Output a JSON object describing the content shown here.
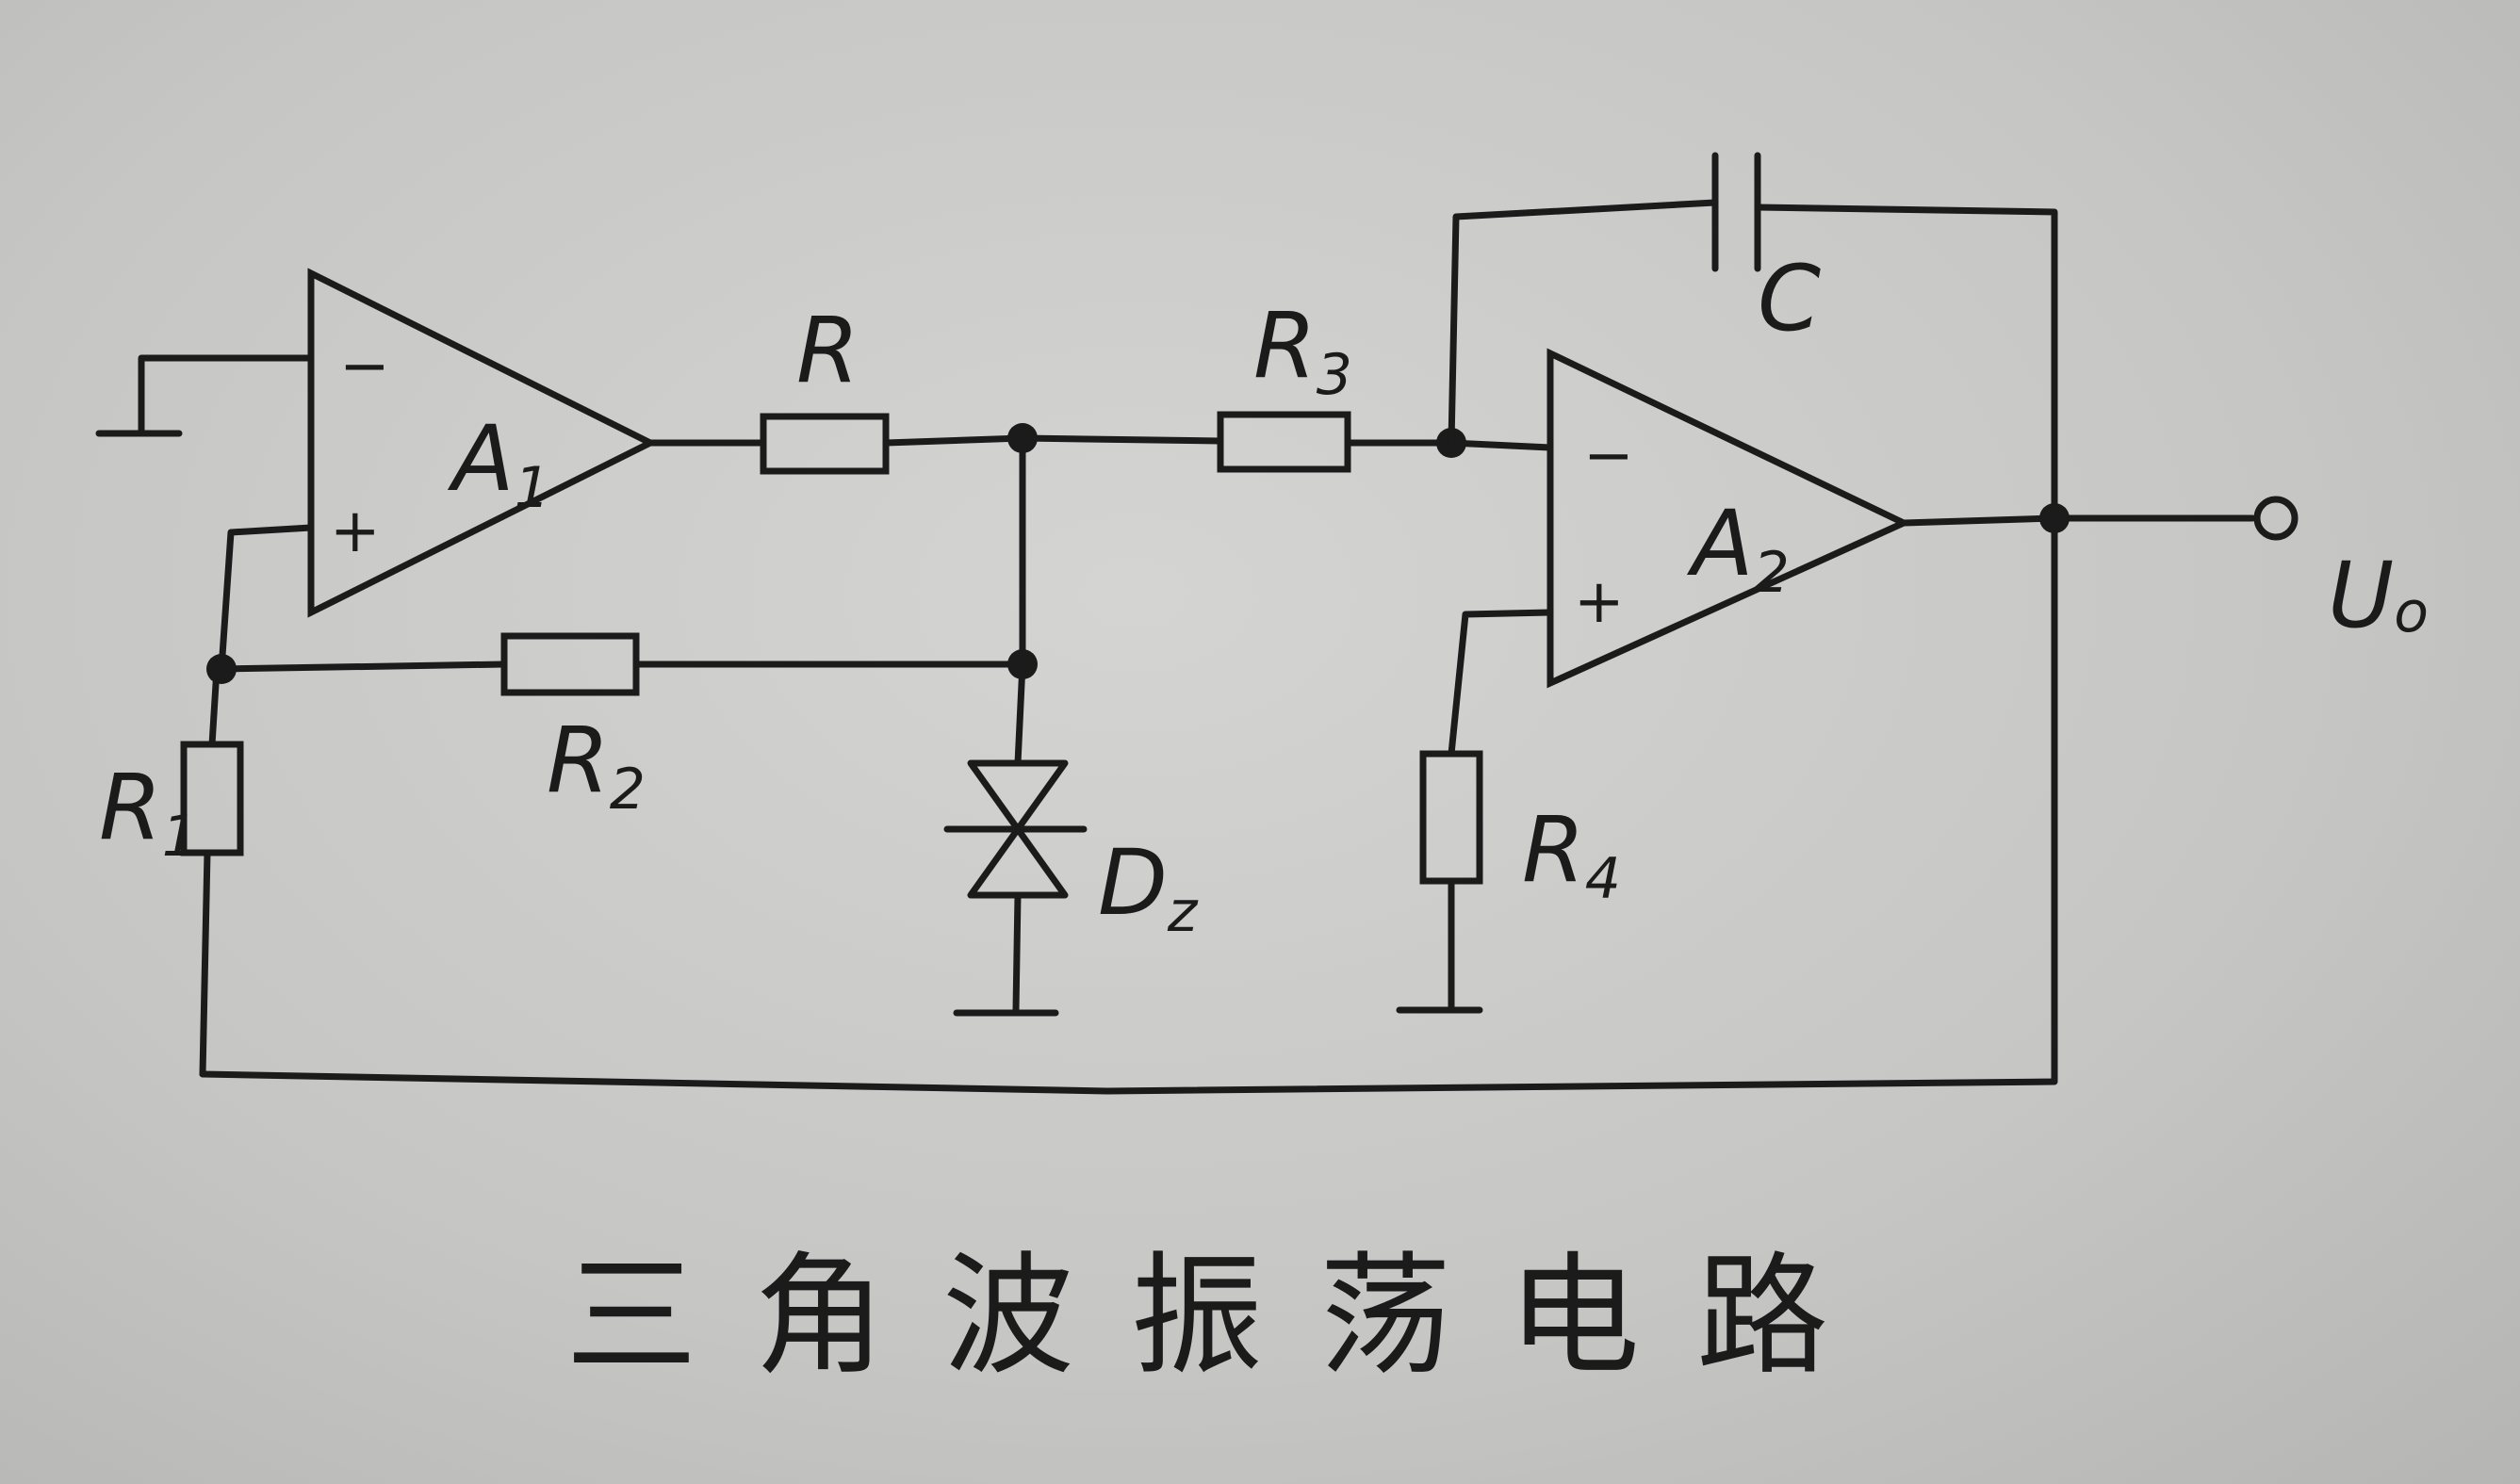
{
  "diagram": {
    "title": "三角波振荡电路",
    "components": {
      "opamp1": {
        "name": "A",
        "sub": "1",
        "minus": "−",
        "plus": "+"
      },
      "opamp2": {
        "name": "A",
        "sub": "2",
        "minus": "−",
        "plus": "+"
      },
      "resistor_r": {
        "name": "R",
        "sub": ""
      },
      "resistor_r1": {
        "name": "R",
        "sub": "1"
      },
      "resistor_r2": {
        "name": "R",
        "sub": "2"
      },
      "resistor_r3": {
        "name": "R",
        "sub": "3"
      },
      "resistor_r4": {
        "name": "R",
        "sub": "4"
      },
      "capacitor_c": {
        "name": "C"
      },
      "zener_dz": {
        "name": "D",
        "sub": "z"
      },
      "output": {
        "name": "U",
        "sub": "o"
      }
    }
  }
}
